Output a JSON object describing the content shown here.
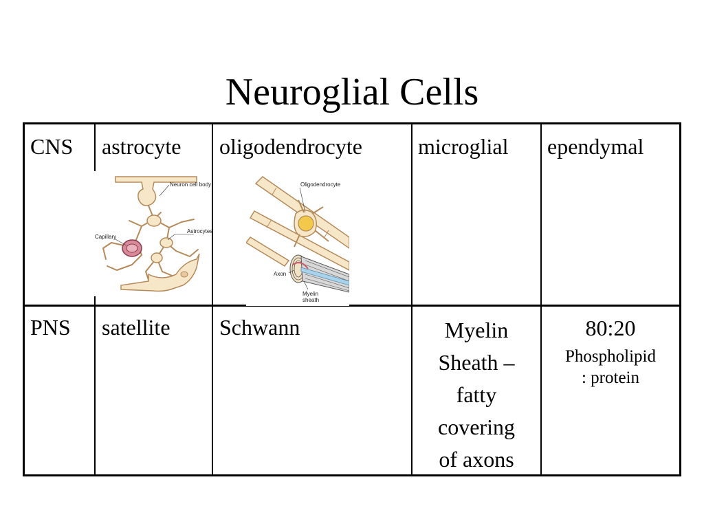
{
  "title": "Neuroglial Cells",
  "table": {
    "rows": [
      {
        "label": "CNS",
        "cells": [
          "astrocyte",
          "oligodendrocyte",
          "microglial",
          "ependymal"
        ]
      },
      {
        "label": "PNS",
        "cells": [
          "satellite",
          "Schwann"
        ],
        "myelin_note": [
          "Myelin",
          "Sheath –",
          "fatty",
          "covering",
          "of axons"
        ],
        "ratio": "80:20",
        "ratio_detail": [
          "Phospholipid",
          ": protein"
        ]
      }
    ]
  },
  "illustrations": {
    "astrocyte": {
      "labels": [
        "Neuron cell body",
        "Capillary",
        "Astrocytes"
      ]
    },
    "oligodendrocyte": {
      "labels": [
        "Oligodendrocyte",
        "Axon",
        "Myelin",
        "sheath"
      ]
    }
  },
  "colors": {
    "cell_fill": "#f6e7c8",
    "cell_stroke": "#b58a5a",
    "capillary": "#d98a9a",
    "nucleus": "#f3c94a",
    "axon": "#a9d3ea"
  }
}
